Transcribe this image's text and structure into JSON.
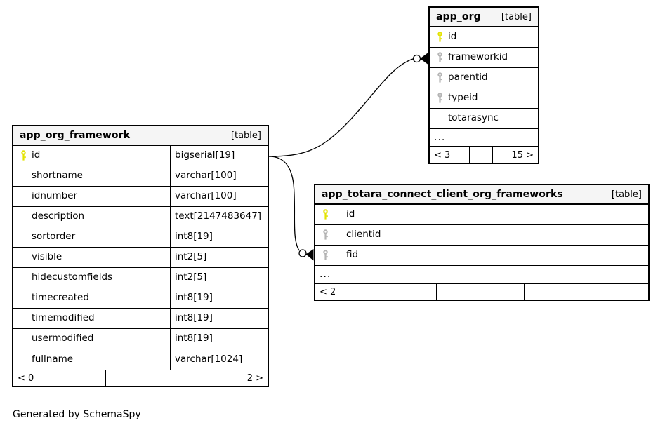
{
  "diagram": {
    "type": "entity-relationship-diagram",
    "caption": "Generated by SchemaSpy",
    "kind_tag": "[table]",
    "ellipsis": "...",
    "colors": {
      "primary_key": "#e3e300",
      "foreign_key": "#b4b4b4",
      "header_background": "#f5f5f5",
      "border": "#000000",
      "text": "#000000",
      "background": "#ffffff"
    }
  },
  "tables": {
    "app_org_framework": {
      "name": "app_org_framework",
      "kind": "[table]",
      "columns": [
        {
          "key": "primary",
          "name": "id",
          "type": "bigserial[19]"
        },
        {
          "key": "none",
          "name": "shortname",
          "type": "varchar[100]"
        },
        {
          "key": "none",
          "name": "idnumber",
          "type": "varchar[100]"
        },
        {
          "key": "none",
          "name": "description",
          "type": "text[2147483647]"
        },
        {
          "key": "none",
          "name": "sortorder",
          "type": "int8[19]"
        },
        {
          "key": "none",
          "name": "visible",
          "type": "int2[5]"
        },
        {
          "key": "none",
          "name": "hidecustomfields",
          "type": "int2[5]"
        },
        {
          "key": "none",
          "name": "timecreated",
          "type": "int8[19]"
        },
        {
          "key": "none",
          "name": "timemodified",
          "type": "int8[19]"
        },
        {
          "key": "none",
          "name": "usermodified",
          "type": "int8[19]"
        },
        {
          "key": "none",
          "name": "fullname",
          "type": "varchar[1024]"
        }
      ],
      "has_ellipsis_row": false,
      "footer": {
        "left": "< 0",
        "middle": "",
        "right": "2 >"
      }
    },
    "app_org": {
      "name": "app_org",
      "kind": "[table]",
      "columns": [
        {
          "key": "primary",
          "name": "id",
          "type": ""
        },
        {
          "key": "foreign",
          "name": "frameworkid",
          "type": ""
        },
        {
          "key": "foreign",
          "name": "parentid",
          "type": ""
        },
        {
          "key": "foreign",
          "name": "typeid",
          "type": ""
        },
        {
          "key": "none",
          "name": "totarasync",
          "type": ""
        }
      ],
      "has_ellipsis_row": true,
      "footer": {
        "left": "< 3",
        "middle": "",
        "right": "15 >"
      }
    },
    "app_totara_connect_client_org_frameworks": {
      "name": "app_totara_connect_client_org_frameworks",
      "kind": "[table]",
      "columns": [
        {
          "key": "primary",
          "name": "id",
          "type": ""
        },
        {
          "key": "foreign",
          "name": "clientid",
          "type": ""
        },
        {
          "key": "foreign",
          "name": "fid",
          "type": ""
        }
      ],
      "has_ellipsis_row": true,
      "footer": {
        "left": "< 2",
        "middle": "",
        "right": ""
      }
    }
  },
  "relationships": [
    {
      "from_table": "app_org_framework",
      "from_column": "id",
      "to_table": "app_org",
      "to_column": "frameworkid",
      "notation": "zero-or-many"
    },
    {
      "from_table": "app_org_framework",
      "from_column": "id",
      "to_table": "app_totara_connect_client_org_frameworks",
      "to_column": "fid",
      "notation": "zero-or-many"
    }
  ]
}
